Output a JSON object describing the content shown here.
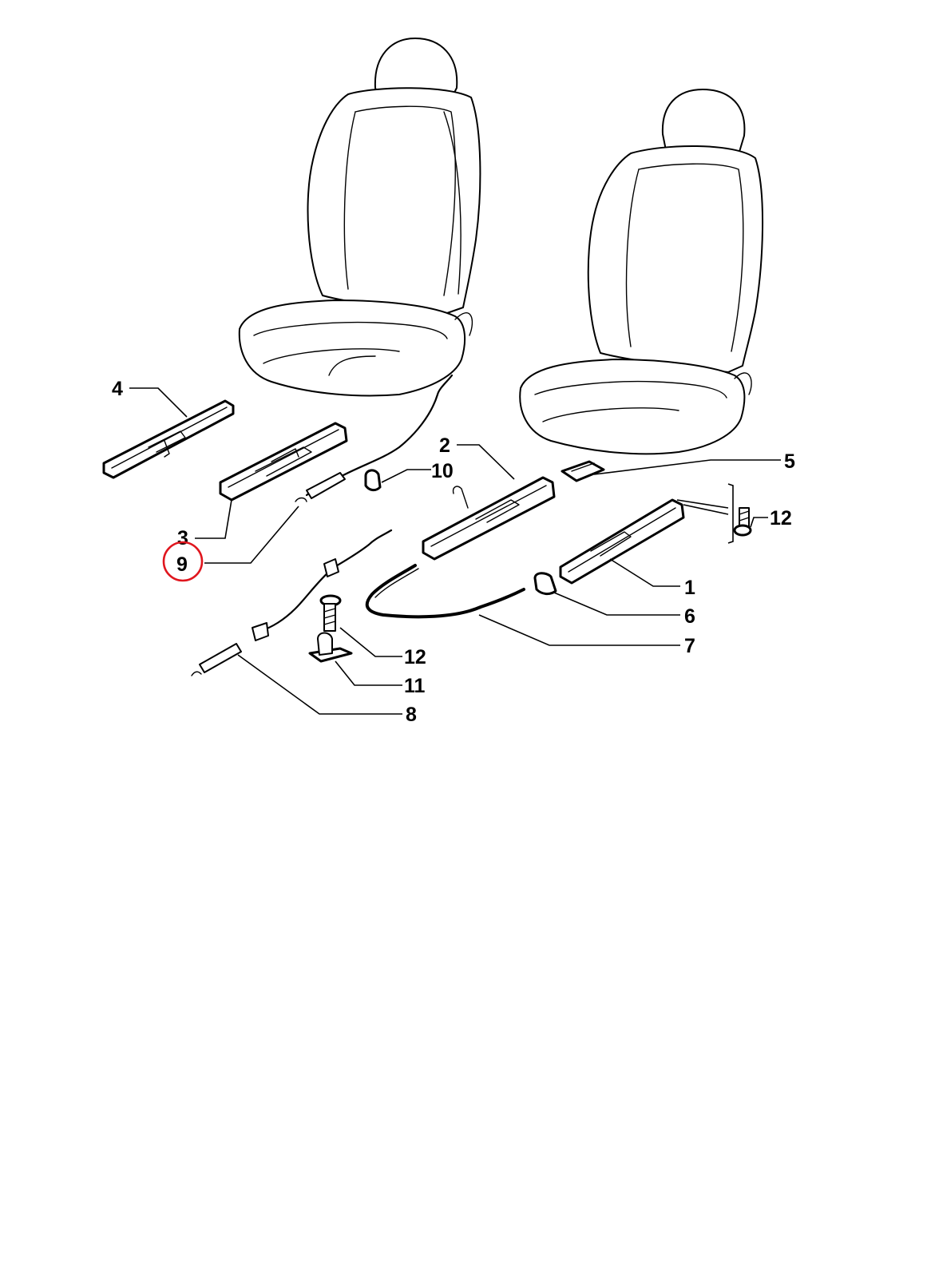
{
  "diagram": {
    "callouts": {
      "c1": "1",
      "c2": "2",
      "c3": "3",
      "c4": "4",
      "c5": "5",
      "c6": "6",
      "c7": "7",
      "c8": "8",
      "c9": "9",
      "c10": "10",
      "c11": "11",
      "c12a": "12",
      "c12b": "12"
    },
    "highlighted_callout": "9",
    "highlight_color": "#e0161e"
  }
}
